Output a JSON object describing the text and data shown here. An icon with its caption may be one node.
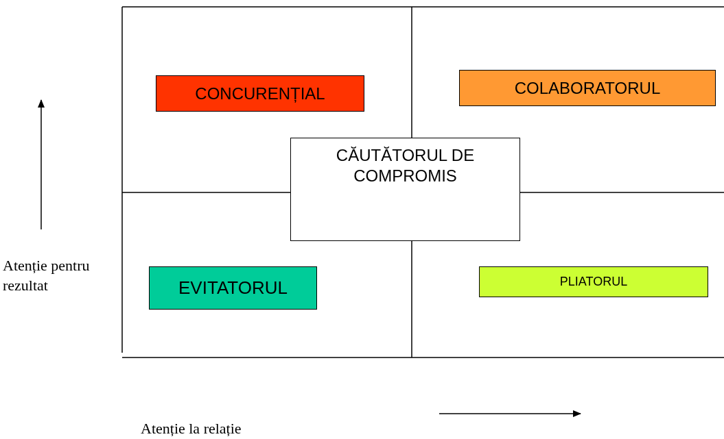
{
  "diagram": {
    "nodes": [
      {
        "text": [
          "CONCURENȚIAL"
        ]
      },
      {
        "text": [
          "COLABORATORUL"
        ]
      },
      {
        "text": [
          "CĂUTĂTORUL DE COMPROMIS"
        ]
      },
      {
        "text": [
          "EVITATORUL"
        ]
      },
      {
        "text": [
          "PLIATORUL"
        ]
      }
    ],
    "labels": [
      "Atenție pentru rezultat",
      "Atenție la relație"
    ]
  }
}
